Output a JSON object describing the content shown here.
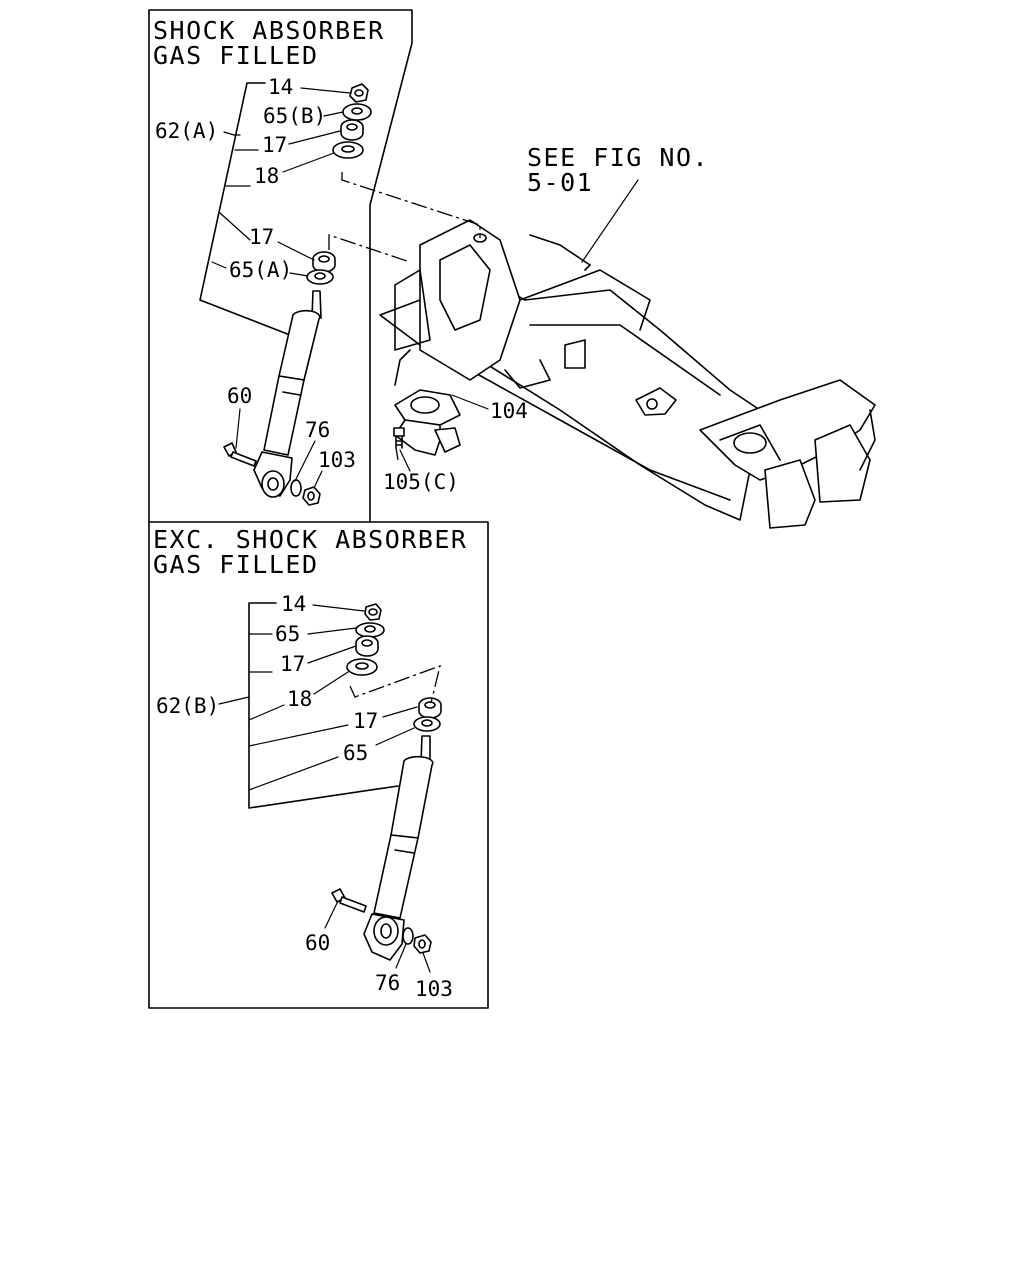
{
  "panels": {
    "gas": {
      "title_line1": "SHOCK ABSORBER",
      "title_line2": "GAS FILLED"
    },
    "exc": {
      "title_line1": "EXC. SHOCK ABSORBER",
      "title_line2": "GAS FILLED"
    }
  },
  "reference": {
    "line1": "SEE FIG NO.",
    "line2": "5-01"
  },
  "gas_labels": {
    "p14": "14",
    "p65b": "65(B)",
    "p62a": "62(A)",
    "p17a": "17",
    "p18": "18",
    "p17b": "17",
    "p65a": "65(A)",
    "p60": "60",
    "p76": "76",
    "p103": "103"
  },
  "frame_labels": {
    "p104": "104",
    "p105c": "105(C)"
  },
  "exc_labels": {
    "p14": "14",
    "p65a": "65",
    "p17a": "17",
    "p62b": "62(B)",
    "p18": "18",
    "p17b": "17",
    "p65b": "65",
    "p60": "60",
    "p76": "76",
    "p103": "103"
  }
}
